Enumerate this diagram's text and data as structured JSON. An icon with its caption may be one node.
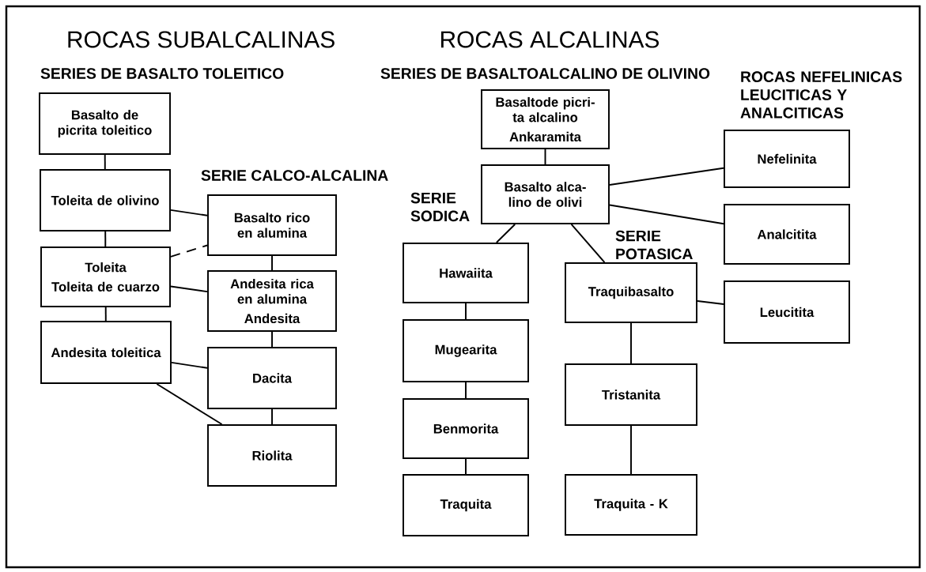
{
  "diagram": {
    "nodes": [
      {
        "text": [
          "Basalto de picrita toleitico"
        ]
      },
      {
        "text": [
          "Toleita de olivino"
        ]
      },
      {
        "text": [
          "Toleita",
          "Toleita de cuarzo"
        ]
      },
      {
        "text": [
          "Andesita toleitica"
        ]
      },
      {
        "text": [
          "Basalto rico en alumina"
        ]
      },
      {
        "text": [
          "Andesita rica en alumina",
          "Andesita"
        ]
      },
      {
        "text": [
          "Dacita"
        ]
      },
      {
        "text": [
          "Riolita"
        ]
      },
      {
        "text": [
          "Basaltode picri- ta alcalino",
          "Ankaramita"
        ]
      },
      {
        "text": [
          "Basalto alca- lino de olivi"
        ]
      },
      {
        "text": [
          "Hawaiita"
        ]
      },
      {
        "text": [
          "Mugearita"
        ]
      },
      {
        "text": [
          "Benmorita"
        ]
      },
      {
        "text": [
          "Traquita"
        ]
      },
      {
        "text": [
          "Traquibasalto"
        ]
      },
      {
        "text": [
          "Tristanita"
        ]
      },
      {
        "text": [
          "Traquita - K"
        ]
      },
      {
        "text": [
          "Nefelinita"
        ]
      },
      {
        "text": [
          "Analcitita"
        ]
      },
      {
        "text": [
          "Leucitita"
        ]
      }
    ],
    "edges": [
      {
        "from": 0,
        "to": 1,
        "arrow": "none"
      },
      {
        "from": 1,
        "to": 2,
        "arrow": "none"
      },
      {
        "from": 2,
        "to": 3,
        "arrow": "none"
      },
      {
        "from": 1,
        "to": 4,
        "arrow": "none"
      },
      {
        "from": 2,
        "to": 4,
        "arrow": "none",
        "style": "dashed"
      },
      {
        "from": 2,
        "to": 5,
        "arrow": "none"
      },
      {
        "from": 4,
        "to": 5,
        "arrow": "none"
      },
      {
        "from": 3,
        "to": 6,
        "arrow": "none"
      },
      {
        "from": 5,
        "to": 6,
        "arrow": "none"
      },
      {
        "from": 3,
        "to": 7,
        "arrow": "none"
      },
      {
        "from": 6,
        "to": 7,
        "arrow": "none"
      },
      {
        "from": 8,
        "to": 9,
        "arrow": "none"
      },
      {
        "from": 9,
        "to": 10,
        "arrow": "none"
      },
      {
        "from": 9,
        "to": 14,
        "arrow": "none"
      },
      {
        "from": 9,
        "to": 17,
        "arrow": "none"
      },
      {
        "from": 9,
        "to": 18,
        "arrow": "none"
      },
      {
        "from": 14,
        "to": 19,
        "arrow": "none"
      },
      {
        "from": 10,
        "to": 11,
        "arrow": "none"
      },
      {
        "from": 11,
        "to": 12,
        "arrow": "none"
      },
      {
        "from": 12,
        "to": 13,
        "arrow": "none"
      },
      {
        "from": 14,
        "to": 15,
        "arrow": "none"
      },
      {
        "from": 15,
        "to": 16,
        "arrow": "none"
      }
    ],
    "labels": [
      "ROCAS SUBALCALINAS",
      "ROCAS ALCALINAS",
      "SERIES DE BASALTO TOLEITICO",
      "SERIES DE BASALTOALCALINO DE OLIVINO",
      "ROCAS NEFELINICAS LEUCITICAS Y ANALCITICAS",
      "SERIE CALCO-ALCALINA",
      "SERIE SODICA",
      "SERIE POTASICA"
    ]
  }
}
